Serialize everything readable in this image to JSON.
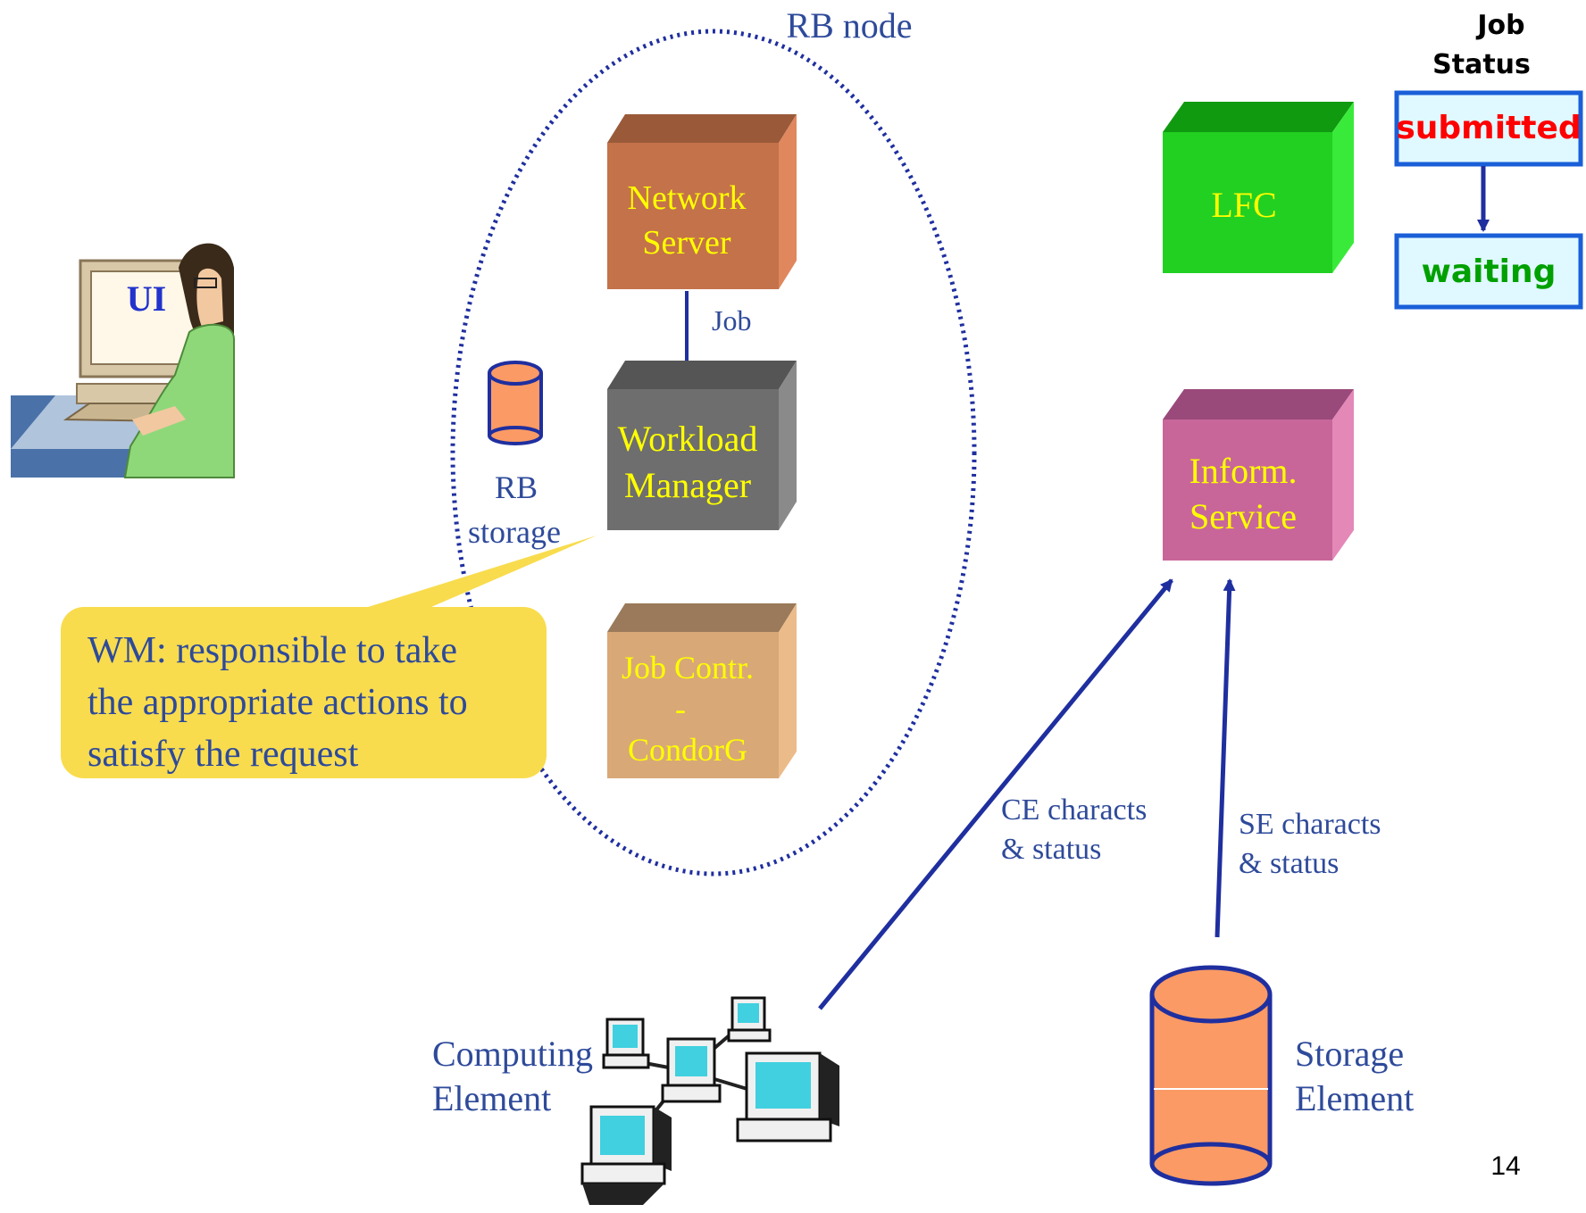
{
  "labels": {
    "rb_node": "RB node",
    "job_arrow": "Job",
    "rb_storage_line1": "RB",
    "rb_storage_line2": "storage",
    "ui": "UI",
    "ce_arrow_line1": "CE characts",
    "ce_arrow_line2": "& status",
    "se_arrow_line1": "SE characts",
    "se_arrow_line2": "& status",
    "computing_line1": "Computing",
    "computing_line2": "Element",
    "storage_line1": "Storage",
    "storage_line2": "Element",
    "page_number": "14"
  },
  "boxes": {
    "network_server": [
      "Network",
      "Server"
    ],
    "workload_manager": [
      "Workload",
      "Manager"
    ],
    "job_controller": [
      "Job Contr.",
      "-",
      "CondorG"
    ],
    "lfc": [
      "LFC"
    ],
    "inform_service": [
      "Inform.",
      "Service"
    ]
  },
  "callout": {
    "lines": [
      "WM: responsible to take",
      "the appropriate actions to",
      "satisfy the request"
    ]
  },
  "job_status": {
    "title_line1": "Job",
    "title_line2": "Status",
    "states": [
      "submitted",
      "waiting"
    ],
    "state_colors": [
      "#ff0000",
      "#00a000"
    ]
  },
  "colors": {
    "label_blue": "#2e4a9a",
    "arrow_blue": "#1f2f9f",
    "box_text_yellow": "#ffff00",
    "network_server": "#c4724a",
    "workload_manager": "#6e6e6e",
    "job_controller": "#d9a877",
    "lfc": "#22d022",
    "inform_service": "#c8669a",
    "storage_orange": "#fb9a64",
    "callout_yellow": "#f8dc4e"
  }
}
